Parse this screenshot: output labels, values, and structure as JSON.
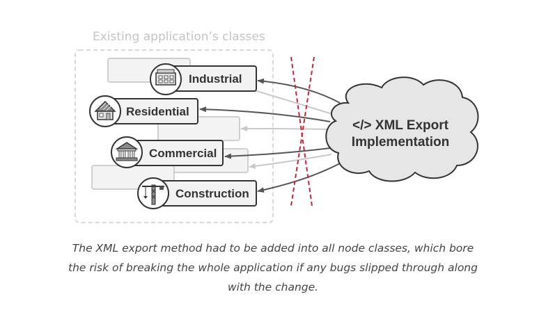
{
  "group": {
    "label": "Existing application’s classes"
  },
  "nodes": {
    "industrial": {
      "label": "Industrial",
      "icon": "factory-icon"
    },
    "residential": {
      "label": "Residential",
      "icon": "house-icon"
    },
    "commercial": {
      "label": "Commercial",
      "icon": "bank-building-icon"
    },
    "construction": {
      "label": "Construction",
      "icon": "crane-icon"
    }
  },
  "cloud": {
    "line1": "</> XML Export",
    "line2": "Implementation"
  },
  "caption": "The XML export method had to be added into all node classes, which bore the risk of breaking the whole application if any bugs slipped through along with the change.",
  "colors": {
    "accent_dash": "#cc2233",
    "arrow_dark": "#555555",
    "arrow_light": "#c8c8c8",
    "box_fill": "#f2f2f2",
    "cloud_fill": "#e6e6e6"
  }
}
